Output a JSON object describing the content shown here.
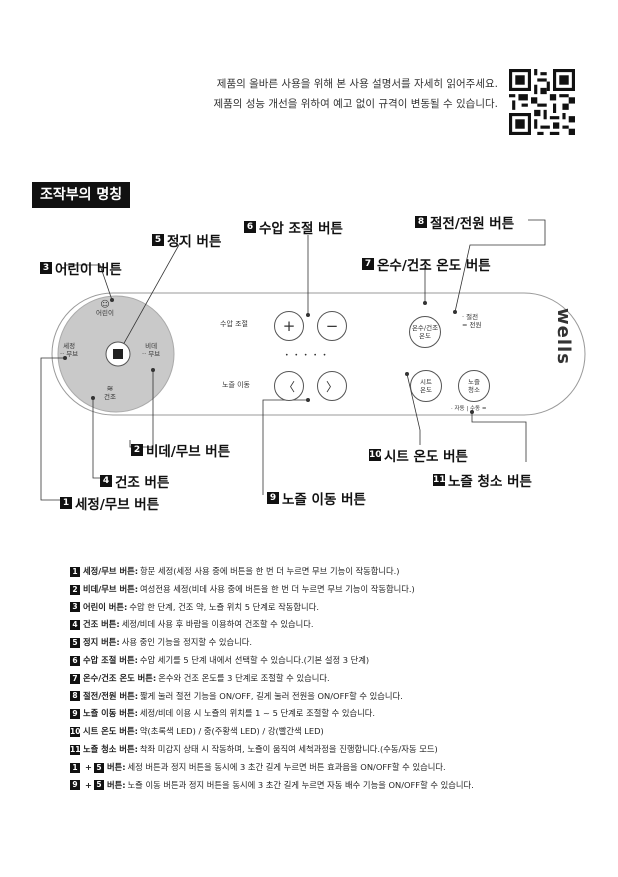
{
  "intro": {
    "line1": "제품의 올바른 사용을 위해 본 사용 설명서를 자세히 읽어주세요.",
    "line2": "제품의 성능 개선을 위하여 예고 없이 규격이 변동될 수 있습니다."
  },
  "section_title": "조작부의 명칭",
  "brand": "wells",
  "callouts": [
    {
      "num": "1",
      "label": "세정/무브 버튼"
    },
    {
      "num": "2",
      "label": "비데/무브 버튼"
    },
    {
      "num": "3",
      "label": "어린이 버튼"
    },
    {
      "num": "4",
      "label": "건조 버튼"
    },
    {
      "num": "5",
      "label": "정지 버튼"
    },
    {
      "num": "6",
      "label": "수압 조절 버튼"
    },
    {
      "num": "7",
      "label": "온수/건조 온도 버튼"
    },
    {
      "num": "8",
      "label": "절전/전원 버튼"
    },
    {
      "num": "9",
      "label": "노즐 이동 버튼"
    },
    {
      "num": "10",
      "label": "시트 온도 버튼"
    },
    {
      "num": "11",
      "label": "노즐 청소 버튼"
    }
  ],
  "panel": {
    "child": "어린이",
    "wash": "세정",
    "wash_move": "·· 무브",
    "bidet": "비데",
    "bidet_move": "·· 무브",
    "dry": "건조",
    "pressure": "수압 조절",
    "plus": "+",
    "minus": "−",
    "nozzle_move": "노즐 이동",
    "left": "〈",
    "right": "〉",
    "dots": "• • • • •",
    "water_temp": "온수/건조\n온도",
    "eco": "· 절전",
    "power": "= 전원",
    "seat_temp": "시트\n온도",
    "nozzle_clean": "노즐\n청소",
    "auto_manual": "· 자동 | 수동 ="
  },
  "descriptions": [
    {
      "num": "1",
      "title": "세정/무브 버튼:",
      "text": "항문 세정(세정 사용 중에 버튼을 한 번 더 누르면 무브 기능이 작동합니다.)"
    },
    {
      "num": "2",
      "title": "비데/무브 버튼:",
      "text": "여성전용 세정(비데 사용 중에 버튼을 한 번 더 누르면 무브 기능이 작동합니다.)"
    },
    {
      "num": "3",
      "title": "어린이 버튼:",
      "text": "수압 한 단계, 건조 약, 노즐 위치 5 단계로 작동합니다."
    },
    {
      "num": "4",
      "title": "건조 버튼:",
      "text": "세정/비데 사용 후 바람을 이용하여 건조할 수 있습니다."
    },
    {
      "num": "5",
      "title": "정지 버튼:",
      "text": "사용 중인 기능을 정지할 수 있습니다."
    },
    {
      "num": "6",
      "title": "수압 조절 버튼:",
      "text": "수압 세기를 5 단계 내에서 선택할 수 있습니다.(기본 설정 3 단계)"
    },
    {
      "num": "7",
      "title": "온수/건조 온도 버튼:",
      "text": "온수와 건조 온도를 3 단계로 조절할 수 있습니다."
    },
    {
      "num": "8",
      "title": "절전/전원 버튼:",
      "text": "짧게 눌러 절전 기능을 ON/OFF, 길게 눌러 전원을 ON/OFF할 수 있습니다."
    },
    {
      "num": "9",
      "title": "노즐 이동 버튼:",
      "text": "세정/비데 이용 시 노즐의 위치를 1 ~ 5 단계로 조절할 수 있습니다."
    },
    {
      "num": "10",
      "title": "시트 온도 버튼:",
      "text": "약(초록색 LED) / 중(주황색 LED) / 강(빨간색 LED)"
    },
    {
      "num": "11",
      "title": "노즐 청소 버튼:",
      "text": "착좌 미감지 상태 시 작동하며, 노즐이 움직여 세척과정을 진행합니다.(수동/자동 모드)"
    }
  ],
  "combos": [
    {
      "a": "1",
      "b": "5",
      "title": "버튼:",
      "text": "세정 버튼과 정지 버튼을 동시에 3 초간 길게 누르면 버튼 효과음을 ON/OFF할 수 있습니다."
    },
    {
      "a": "9",
      "b": "5",
      "title": "버튼:",
      "text": "노즐 이동 버튼과 정지 버튼을  동시에 3 초간 길게 누르면 자동 배수 기능을 ON/OFF할 수 있습니다."
    }
  ]
}
